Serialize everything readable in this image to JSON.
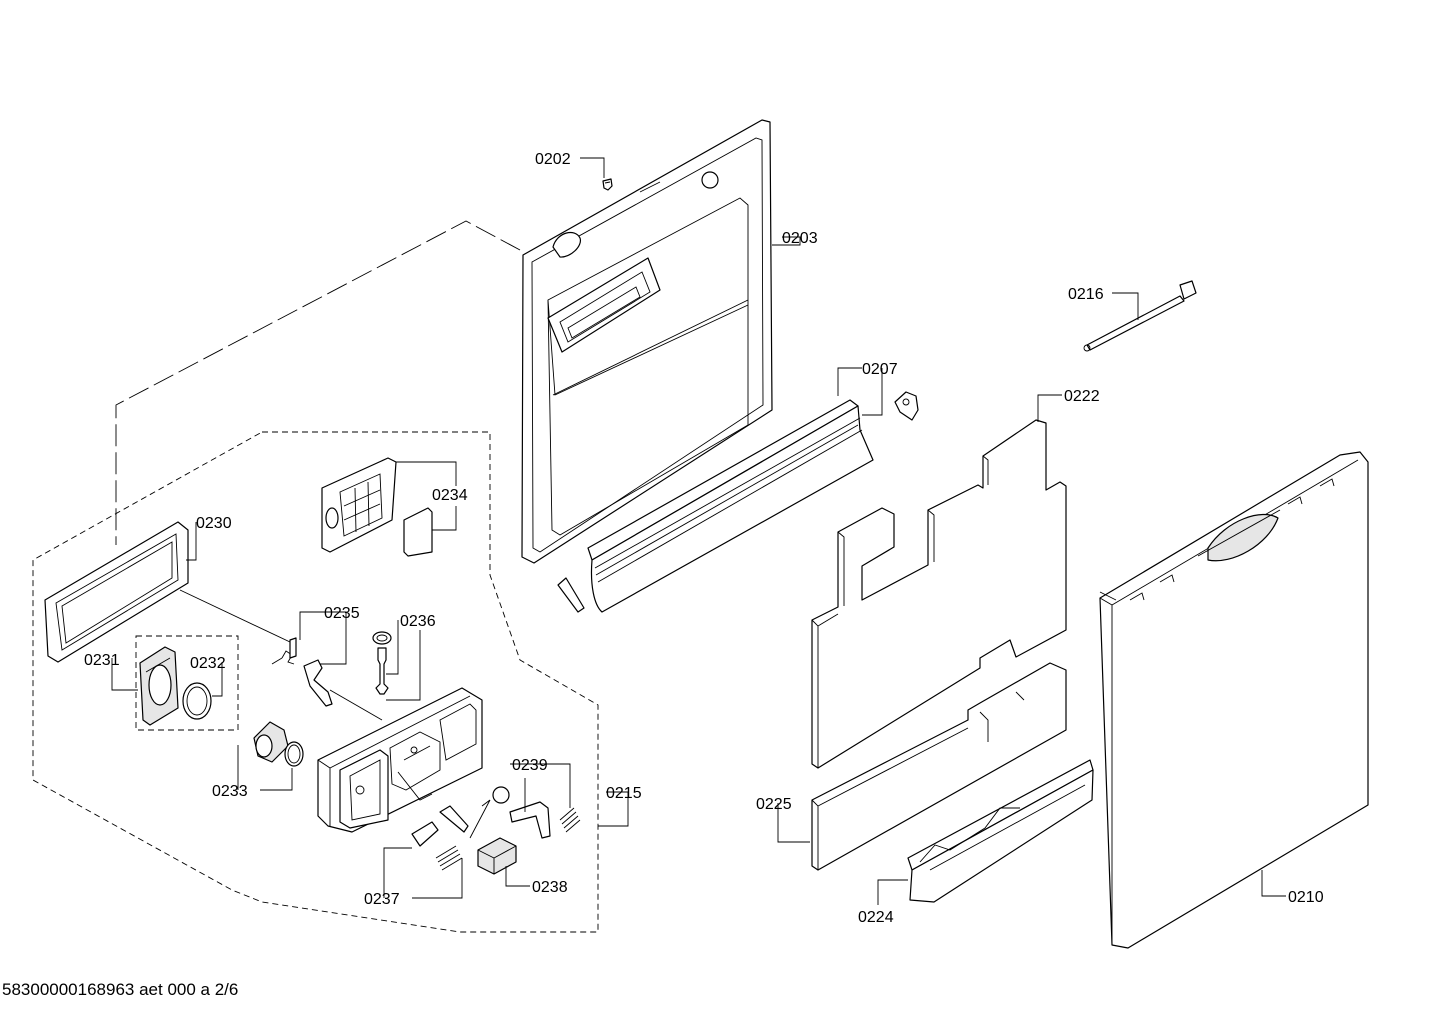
{
  "labels": {
    "p0202": "0202",
    "p0203": "0203",
    "p0207": "0207",
    "p0210": "0210",
    "p0215": "0215",
    "p0216": "0216",
    "p0222": "0222",
    "p0224": "0224",
    "p0225": "0225",
    "p0230": "0230",
    "p0231": "0231",
    "p0232": "0232",
    "p0233": "0233",
    "p0234": "0234",
    "p0235": "0235",
    "p0236": "0236",
    "p0237": "0237",
    "p0238": "0238",
    "p0239": "0239"
  },
  "footer": "58300000168963 aet 000 a 2/6"
}
